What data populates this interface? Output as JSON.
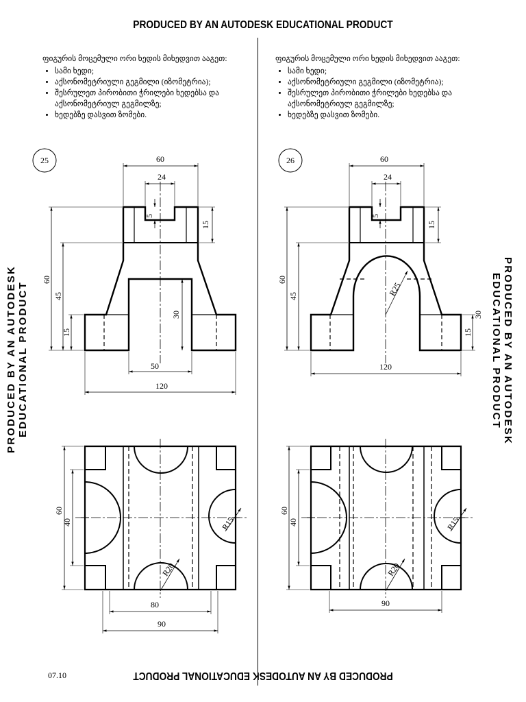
{
  "watermark": {
    "top": "PRODUCED BY AN AUTODESK EDUCATIONAL PRODUCT",
    "bottom": "PRODUCED BY AN AUTODESK EDUCATIONAL PRODUCT",
    "left": "PRODUCED BY AN AUTODESK EDUCATIONAL PRODUCT",
    "right": "PRODUCED BY AN AUTODESK EDUCATIONAL PRODUCT"
  },
  "instructions": {
    "lead": "ფიგურის მოცემული ორი ხედის მიხედვით ააგეთ:",
    "items": [
      "სამი ხედი;",
      "აქსონომეტრიული გეგმილი (იზომეტრია);",
      "შესრულეთ პირობითი ჭრილები ხედებსა და აქსონომეტრიულ გეგმილზე;",
      "ხედებზე დასვით ზომები."
    ]
  },
  "left_task": {
    "number": "25",
    "dims": {
      "width_top": "60",
      "slot": "24",
      "slot_depth": "5",
      "top_h": "15",
      "total_h": "60",
      "h45": "45",
      "base_h": "15",
      "inner_h": "30",
      "opening": "50",
      "total_w": "120",
      "plan_depth": "60",
      "plan_40": "40",
      "r_side": "R15",
      "r_arc": "R20",
      "plan_80": "80",
      "plan_90": "90"
    }
  },
  "right_task": {
    "number": "26",
    "dims": {
      "width_top": "60",
      "slot": "24",
      "slot_depth": "5",
      "top_h": "15",
      "total_h": "60",
      "h45": "45",
      "base_h": "15",
      "h30": "30",
      "r_arch": "R25",
      "total_w": "120",
      "plan_depth": "60",
      "plan_40": "40",
      "r_side": "R15",
      "r_arc": "R20",
      "plan_90": "90"
    }
  },
  "footer": {
    "code": "07.10"
  }
}
